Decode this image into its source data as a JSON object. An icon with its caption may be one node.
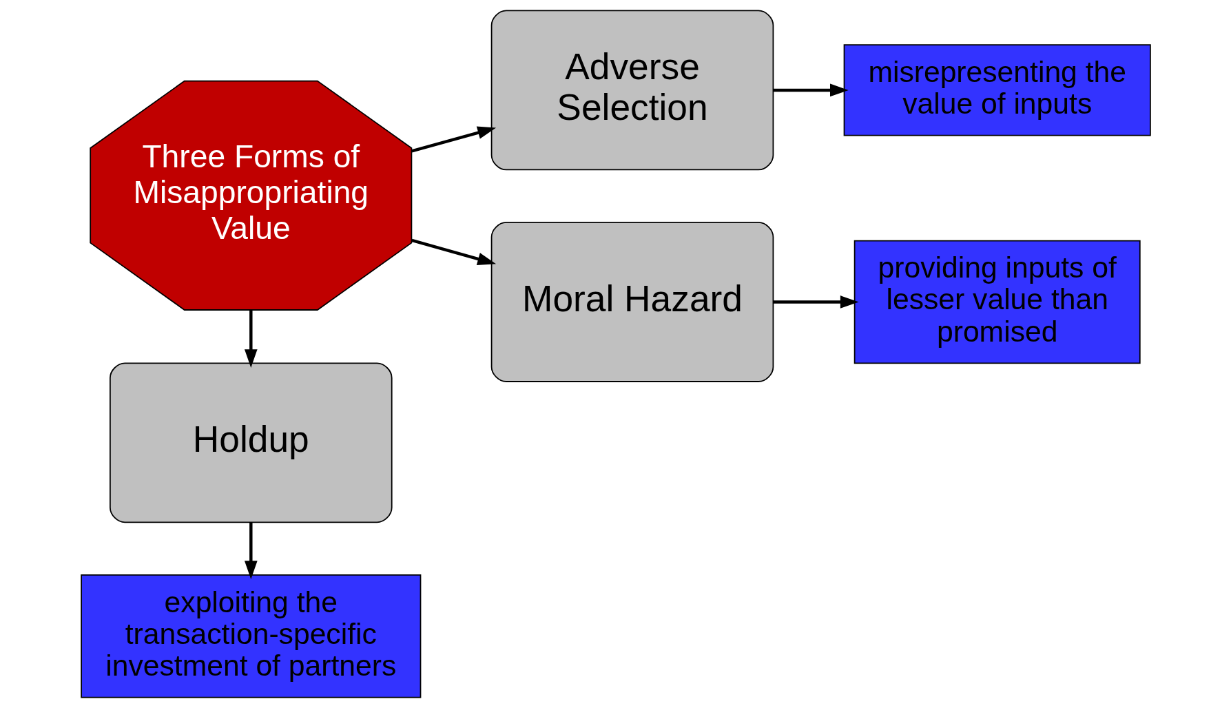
{
  "diagram": {
    "nodes": [
      {
        "text": [
          "Three Forms of Misappropriating Value"
        ]
      },
      {
        "text": [
          "Adverse Selection"
        ]
      },
      {
        "text": [
          "misrepresenting the value of inputs"
        ]
      },
      {
        "text": [
          "Moral Hazard"
        ]
      },
      {
        "text": [
          "providing inputs of lesser value than promised"
        ]
      },
      {
        "text": [
          "Holdup"
        ]
      },
      {
        "text": [
          "exploiting the transaction-specific investment of partners"
        ]
      }
    ],
    "edges": [
      {
        "from": 0,
        "to": 1,
        "arrow": "to"
      },
      {
        "from": 1,
        "to": 2,
        "arrow": "to"
      },
      {
        "from": 0,
        "to": 3,
        "arrow": "to"
      },
      {
        "from": 3,
        "to": 4,
        "arrow": "to"
      },
      {
        "from": 0,
        "to": 5,
        "arrow": "to"
      },
      {
        "from": 5,
        "to": 6,
        "arrow": "to"
      }
    ]
  }
}
